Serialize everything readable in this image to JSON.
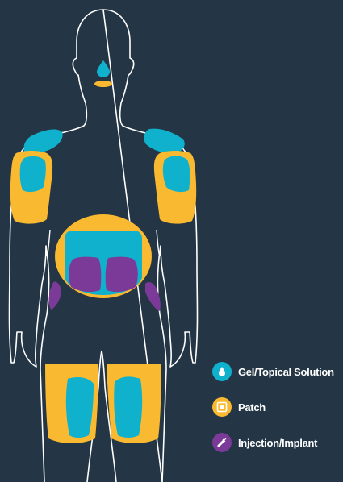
{
  "colors": {
    "background": "#243545",
    "outline": "#ffffff",
    "gel": "#10B1CC",
    "patch": "#F9B930",
    "injection": "#7B3A98"
  },
  "legend": [
    {
      "label": "Gel/Topical Solution",
      "icon": "droplet-icon",
      "color": "#10B1CC"
    },
    {
      "label": "Patch",
      "icon": "patch-square-icon",
      "color": "#F9B930"
    },
    {
      "label": "Injection/Implant",
      "icon": "syringe-icon",
      "color": "#7B3A98"
    }
  ]
}
